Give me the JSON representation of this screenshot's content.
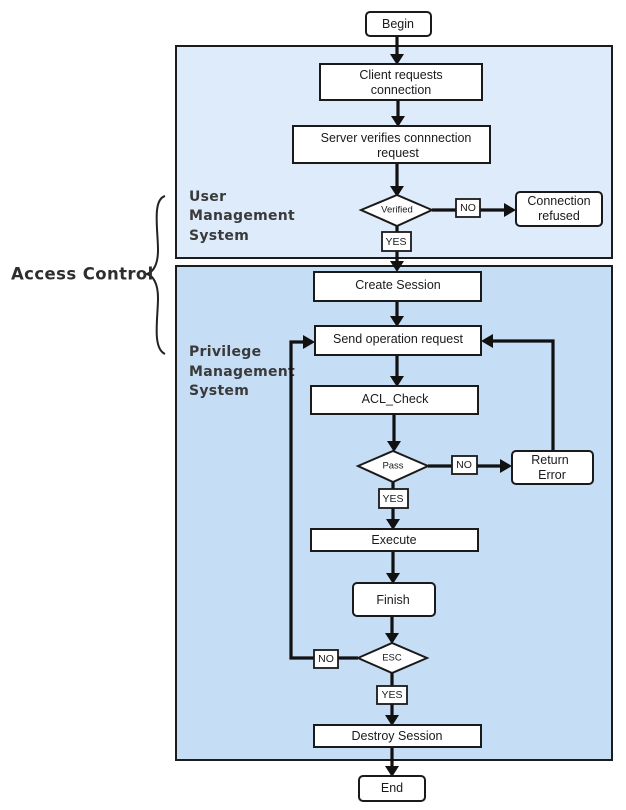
{
  "diagram": {
    "title": "Access Control",
    "groups": [
      {
        "id": "user_mgmt",
        "label_lines": [
          "User",
          "Management",
          "System"
        ],
        "fill": "#deebfb"
      },
      {
        "id": "priv_mgmt",
        "label_lines": [
          "Privilege",
          "Management",
          "System"
        ],
        "fill": "#c6ddf6"
      }
    ],
    "nodes": {
      "begin": {
        "shape": "rounded",
        "lines": [
          "Begin"
        ]
      },
      "client_req": {
        "shape": "rect",
        "lines": [
          "Client requests",
          "connection"
        ]
      },
      "server_verify": {
        "shape": "rect",
        "lines": [
          "Server verifies connnection",
          "request"
        ]
      },
      "verified": {
        "shape": "diamond",
        "lines": [
          "Verified"
        ]
      },
      "conn_refused": {
        "shape": "rounded",
        "lines": [
          "Connection",
          "refused"
        ]
      },
      "create_session": {
        "shape": "rect",
        "lines": [
          "Create Session"
        ]
      },
      "send_op": {
        "shape": "rect",
        "lines": [
          "Send operation request"
        ]
      },
      "acl_check": {
        "shape": "rect",
        "lines": [
          "ACL_Check"
        ]
      },
      "pass": {
        "shape": "diamond",
        "lines": [
          "Pass"
        ]
      },
      "return_error": {
        "shape": "rounded",
        "lines": [
          "Return",
          "Error"
        ]
      },
      "execute": {
        "shape": "rect",
        "lines": [
          "Execute"
        ]
      },
      "finish": {
        "shape": "rounded",
        "lines": [
          "Finish"
        ]
      },
      "esc": {
        "shape": "diamond",
        "lines": [
          "ESC"
        ]
      },
      "destroy_session": {
        "shape": "rect",
        "lines": [
          "Destroy Session"
        ]
      },
      "end": {
        "shape": "rounded",
        "lines": [
          "End"
        ]
      }
    },
    "edge_labels": {
      "verified_no": "NO",
      "verified_yes": "YES",
      "pass_no": "NO",
      "pass_yes": "YES",
      "esc_no": "NO",
      "esc_yes": "YES"
    },
    "edges": [
      {
        "from": "begin",
        "to": "client_req"
      },
      {
        "from": "client_req",
        "to": "server_verify"
      },
      {
        "from": "server_verify",
        "to": "verified"
      },
      {
        "from": "verified",
        "to": "conn_refused",
        "label": "NO"
      },
      {
        "from": "verified",
        "to": "create_session",
        "label": "YES"
      },
      {
        "from": "create_session",
        "to": "send_op"
      },
      {
        "from": "send_op",
        "to": "acl_check"
      },
      {
        "from": "acl_check",
        "to": "pass"
      },
      {
        "from": "pass",
        "to": "return_error",
        "label": "NO"
      },
      {
        "from": "return_error",
        "to": "send_op"
      },
      {
        "from": "pass",
        "to": "execute",
        "label": "YES"
      },
      {
        "from": "execute",
        "to": "finish"
      },
      {
        "from": "finish",
        "to": "esc"
      },
      {
        "from": "esc",
        "to": "send_op",
        "label": "NO"
      },
      {
        "from": "esc",
        "to": "destroy_session",
        "label": "YES"
      },
      {
        "from": "destroy_session",
        "to": "end"
      }
    ]
  }
}
